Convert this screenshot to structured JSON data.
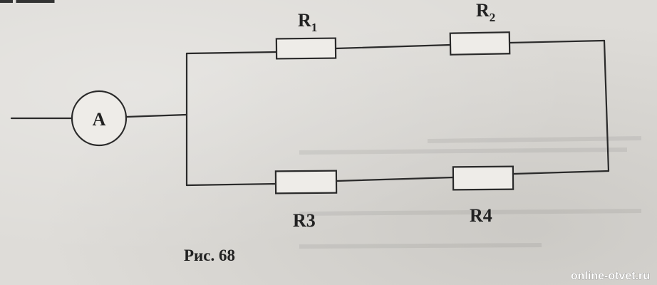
{
  "diagram": {
    "ammeter_symbol": "A",
    "resistors": [
      {
        "id": "r1",
        "letter": "R",
        "subscript": "1"
      },
      {
        "id": "r2",
        "letter": "R",
        "subscript": "2"
      },
      {
        "id": "r3",
        "letter": "R3",
        "subscript": ""
      },
      {
        "id": "r4",
        "letter": "R4",
        "subscript": ""
      }
    ]
  },
  "caption": "Рис. 68",
  "watermark": "online-otvet.ru",
  "colors": {
    "paper": "#dedcd8",
    "ink": "#2a2a2a"
  }
}
